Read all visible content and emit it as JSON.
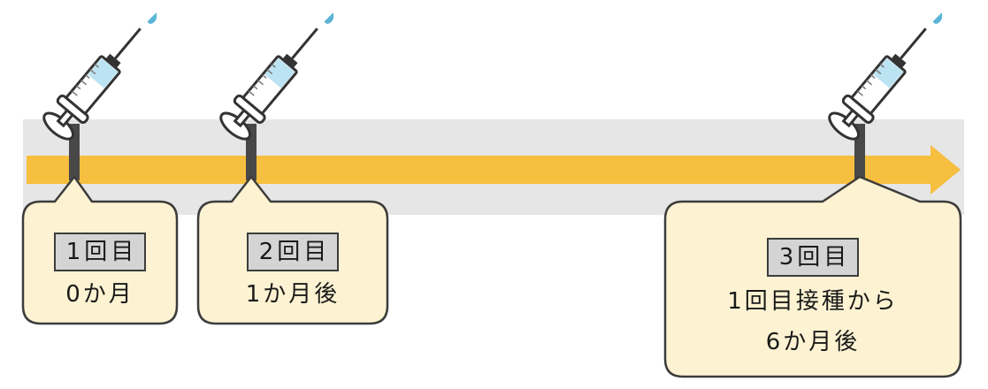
{
  "colors": {
    "band": "#e6e6e6",
    "arrow": "#f6bf3f",
    "callout_fill": "#fdf3d2",
    "callout_stroke": "#3c3c3c",
    "marker": "#484848"
  },
  "doses": [
    {
      "label": "1回目",
      "timing_lines": [
        "0か月"
      ]
    },
    {
      "label": "2回目",
      "timing_lines": [
        "1か月後"
      ]
    },
    {
      "label": "3回目",
      "timing_lines": [
        "1回目接種から",
        "6か月後"
      ]
    }
  ]
}
